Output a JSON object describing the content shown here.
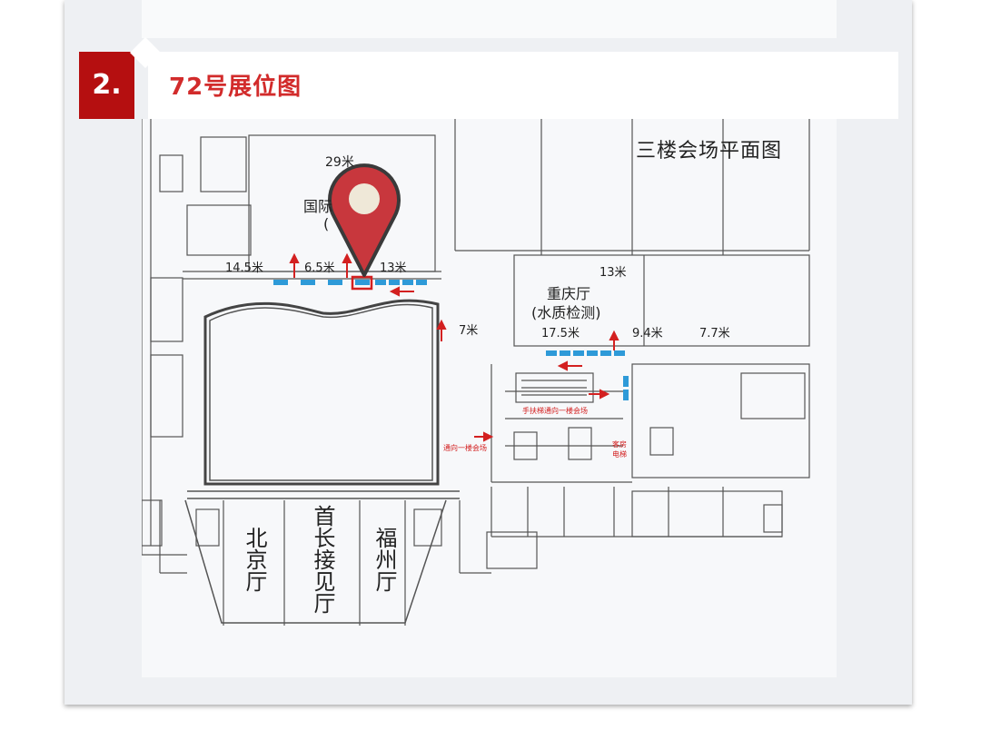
{
  "section": {
    "number": "2.",
    "title": "72号展位图"
  },
  "map": {
    "title": "三楼会场平面图",
    "hall_top": {
      "name_line1": "国际",
      "name_line2": "(",
      "width_label": "29米",
      "segments": [
        "14.5米",
        "6.5米",
        "13米"
      ]
    },
    "hall_chongqing": {
      "name_line1": "重庆厅",
      "name_line2": "(水质检测)",
      "width_label": "13米",
      "segments": [
        "17.5米",
        "9.4米",
        "7.7米"
      ],
      "side_label": "7米"
    },
    "halls_bottom": [
      {
        "name": "北京厅"
      },
      {
        "name": "首长接见厅"
      },
      {
        "name": "福州厅"
      }
    ],
    "notes": {
      "escalator": "手扶梯通向一楼会场",
      "to_first_floor": "通向一楼会场",
      "guest_elevator_1": "客房",
      "guest_elevator_2": "电梯"
    },
    "marker": {
      "type": "location-pin",
      "color": "#c8373d"
    }
  },
  "colors": {
    "accent_red": "#b50f10",
    "title_red": "#d22b2b",
    "booth_blue": "#2e9ad8"
  }
}
